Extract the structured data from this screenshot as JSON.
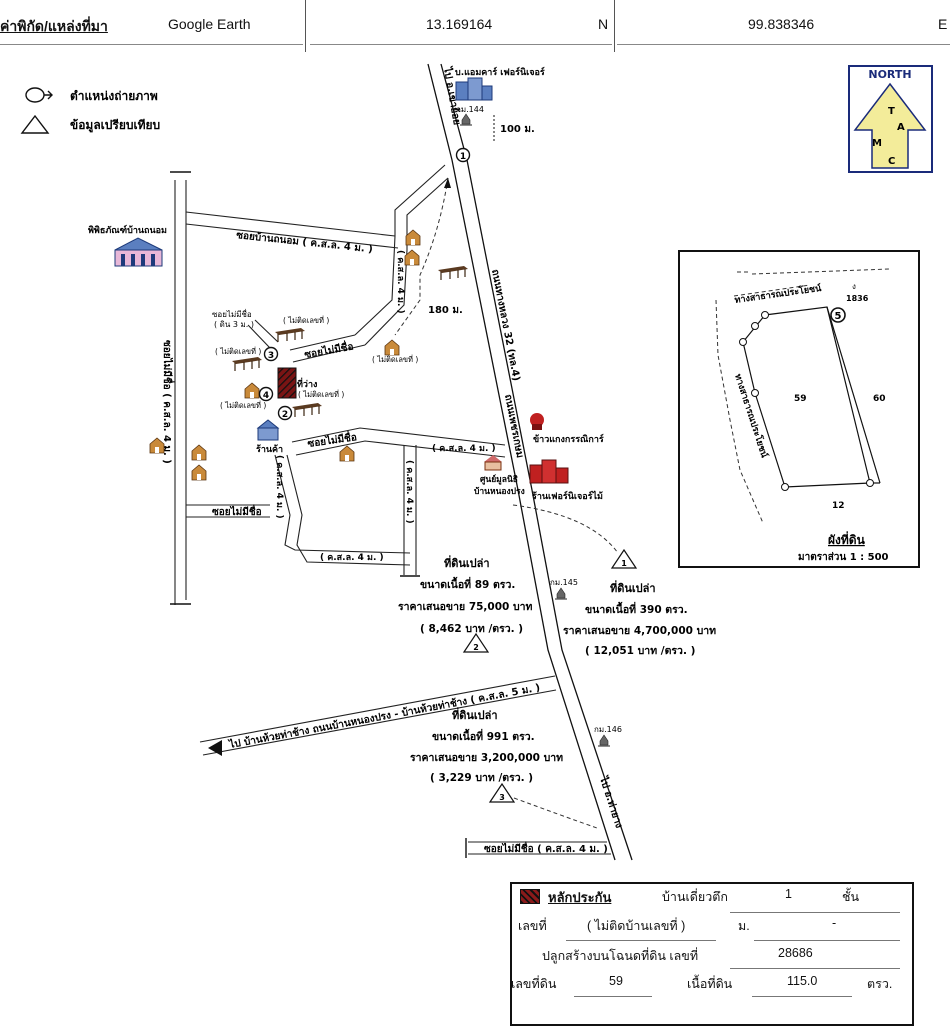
{
  "header": {
    "label": "ค่าพิกัด/แหล่งที่มา",
    "source": "Google Earth",
    "latitude": "13.169164",
    "lat_dir": "N",
    "longitude": "99.838346",
    "lon_dir": "E"
  },
  "legend": {
    "photo_position": "ตำแหน่งถ่ายภาพ",
    "comparison_data": "ข้อมูลเปรียบเทียบ"
  },
  "north_badge": {
    "title": "NORTH",
    "letters": [
      "T",
      "A",
      "M",
      "C"
    ]
  },
  "roads": {
    "highway_top": "ไป อ.เขาย้อย",
    "highway_mid": "ถนนทางหลวง 32 (ทล.4)",
    "highway_mid2": "ถนนเพชรเกษม",
    "highway_bottom": "ไป อ.ท่ายาง",
    "soi_ban_nonom": "ซอยบ้านถนอม ( ค.ส.ล. 4 ม. )",
    "soi_no_name_top": "ซอยไม่มีชื่อ",
    "soi_no_name_small": "ซอยไม่มีชื่อ",
    "soi_no_name_small_sub": "( ดิน 3 ม. )",
    "soi_no_name_mid": "ซอยไม่มีชื่อ",
    "soi_no_name_left": "ซอยไม่มีชื่อ",
    "soi_left_vertical": "ซอยไม่มีชื่อ ( ค.ส.ล. 4 ม. )",
    "cs4_vertical_right": "( ค.ส.ล. 4 ม. )",
    "cs4_vertical_mid": "( ค.ส.ล. 4 ม. )",
    "cs4_vertical_left": "( ค.ส.ล. 4 ม. )",
    "cs4_h1": "( ค.ส.ล. 4 ม. )",
    "cs4_h2": "( ค.ส.ล. 4 ม. )",
    "diagonal_road": "ไป บ้านห้วยท่าช้าง  ถนนบ้านหนองปรง - บ้านห้วยท่าช้าง ( ค.ส.ล. 5 ม. )",
    "soi_bottom": "ซอยไม่มีชื่อ ( ค.ส.ล. 4 ม. )"
  },
  "places": {
    "company_top": "บ.แอมคาร์ เฟอร์นิเจอร์",
    "km144": "กม.144",
    "dist_100": "100 ม.",
    "dist_180": "180 ม.",
    "museum": "พิพิธภัณฑ์บ้านถนอม",
    "no_number_1": "( ไม่ติดเลขที่ )",
    "no_number_2": "( ไม่ติดเลขที่ )",
    "no_number_3": "( ไม่ติดเลขที่ )",
    "no_number_4": "( ไม่ติดเลขที่ )",
    "no_number_5": "( ไม่ติดเลขที่ )",
    "empty_land": "ที่ว่าง",
    "shop": "ร้านค้า",
    "curry_shop": "ข้าวแกงกรรณิการ์",
    "foundation": "ศูนย์มูลนิธิ",
    "foundation2": "บ้านหนองปรง",
    "furniture_shop": "ร้านเฟอร์นิเจอร์ไม้",
    "km145": "กม.145",
    "km146": "กม.146"
  },
  "comparisons": [
    {
      "num": "1",
      "title": "ที่ดินเปล่า",
      "size": "ขนาดเนื้อที่ 390 ตรว.",
      "price": "ราคาเสนอขาย 4,700,000 บาท",
      "per": "( 12,051 บาท /ตรว. )"
    },
    {
      "num": "2",
      "title": "ที่ดินเปล่า",
      "size": "ขนาดเนื้อที่ 89 ตรว.",
      "price": "ราคาเสนอขาย 75,000 บาท",
      "per": "( 8,462 บาท /ตรว. )"
    },
    {
      "num": "3",
      "title": "ที่ดินเปล่า",
      "size": "ขนาดเนื้อที่ 991 ตรว.",
      "price": "ราคาเสนอขาย 3,200,000 บาท",
      "per": "( 3,229 บาท /ตรว. )"
    }
  ],
  "photo_points": [
    "1",
    "2",
    "3",
    "4",
    "5"
  ],
  "plan": {
    "road_top": "ทางสาธารณประโยชน์",
    "road_left": "ทางสาธารณประโยชน์",
    "mark_ng": "ง",
    "mark_1836": "1836",
    "parcel_59": "59",
    "parcel_60": "60",
    "parcel_12": "12",
    "title": "ผังที่ดิน",
    "scale": "มาตราส่วน 1 : 500"
  },
  "info": {
    "collateral_label": "หลักประกัน",
    "building_type": "บ้านเดี่ยวตึก",
    "floors": "1",
    "floor_unit": "ชั้น",
    "house_no_label": "เลขที่",
    "house_no_value": "( ไม่ติดบ้านเลขที่ )",
    "moo_label": "ม.",
    "moo_value": "-",
    "deed_label": "ปลูกสร้างบนโฉนดที่ดิน เลขที่",
    "deed_value": "28686",
    "land_no_label": "เลขที่ดิน",
    "land_no_value": "59",
    "area_label": "เนื้อที่ดิน",
    "area_value": "115.0",
    "area_unit": "ตรว."
  },
  "colors": {
    "collateral": "#8b1a1a",
    "badge_fill": "#f3ec9a",
    "badge_border": "#1a2b7a",
    "building_blue": "#5b7fc0",
    "house": "#c98a3a"
  }
}
